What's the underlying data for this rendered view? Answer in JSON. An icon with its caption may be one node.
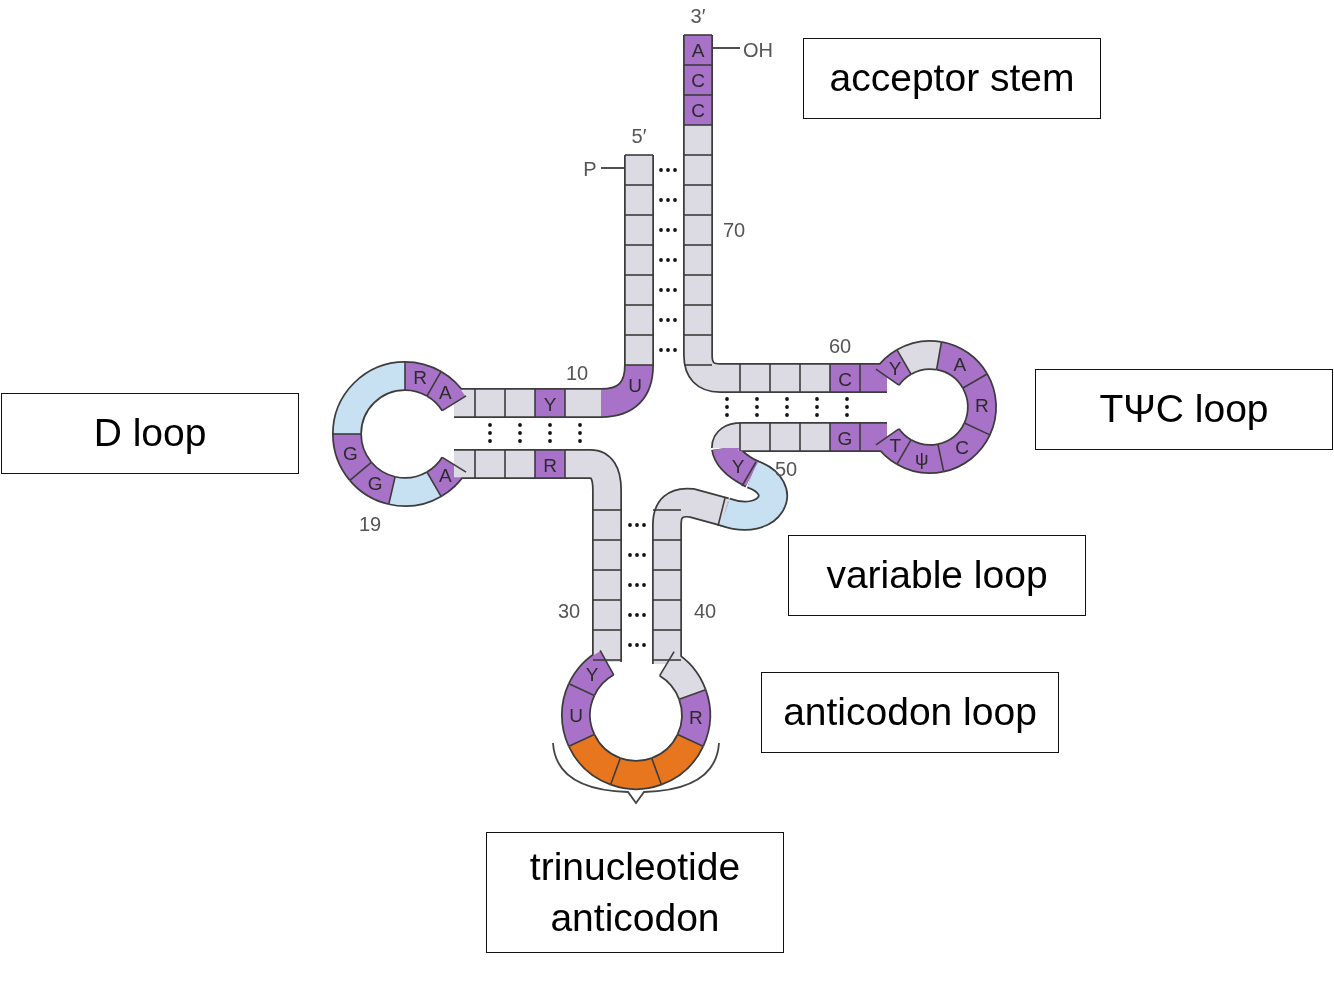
{
  "diagram": {
    "nodes": [
      {
        "text": [
          "acceptor stem"
        ]
      },
      {
        "text": [
          "TΨC loop"
        ]
      },
      {
        "text": [
          "D loop"
        ]
      },
      {
        "text": [
          "variable loop"
        ]
      },
      {
        "text": [
          "anticodon loop"
        ]
      },
      {
        "text": [
          "trinucleotide anticodon"
        ]
      }
    ],
    "labels": [
      "3′",
      "A",
      "OH",
      "C",
      "C",
      "5′",
      "P",
      "70",
      "60",
      "Y",
      "A",
      "R",
      "10",
      "C",
      "U",
      "A",
      "Y",
      "R",
      "G",
      "G",
      "C",
      "A",
      "R",
      "T",
      "Y",
      "50",
      "ψ",
      "G",
      "19",
      "30",
      "40",
      "Y",
      "U",
      "R"
    ]
  }
}
